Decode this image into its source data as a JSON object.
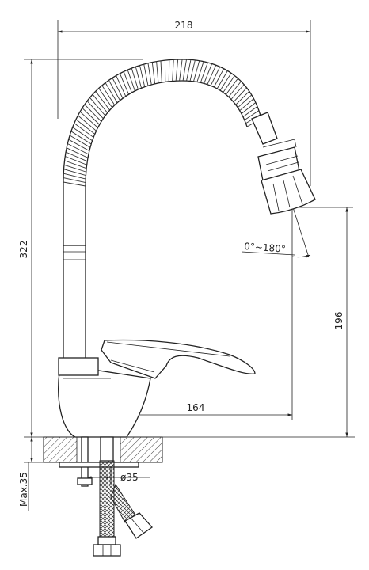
{
  "dimensions": {
    "overall_width": "218",
    "overall_height": "322",
    "outlet_height": "196",
    "spout_reach": "164",
    "swivel_angle": "0°~180°",
    "max_counter_thickness": "Max.35",
    "mount_diameter": "ø35"
  },
  "colors": {
    "line": "#222222",
    "background": "#ffffff",
    "hatch": "#444444"
  }
}
